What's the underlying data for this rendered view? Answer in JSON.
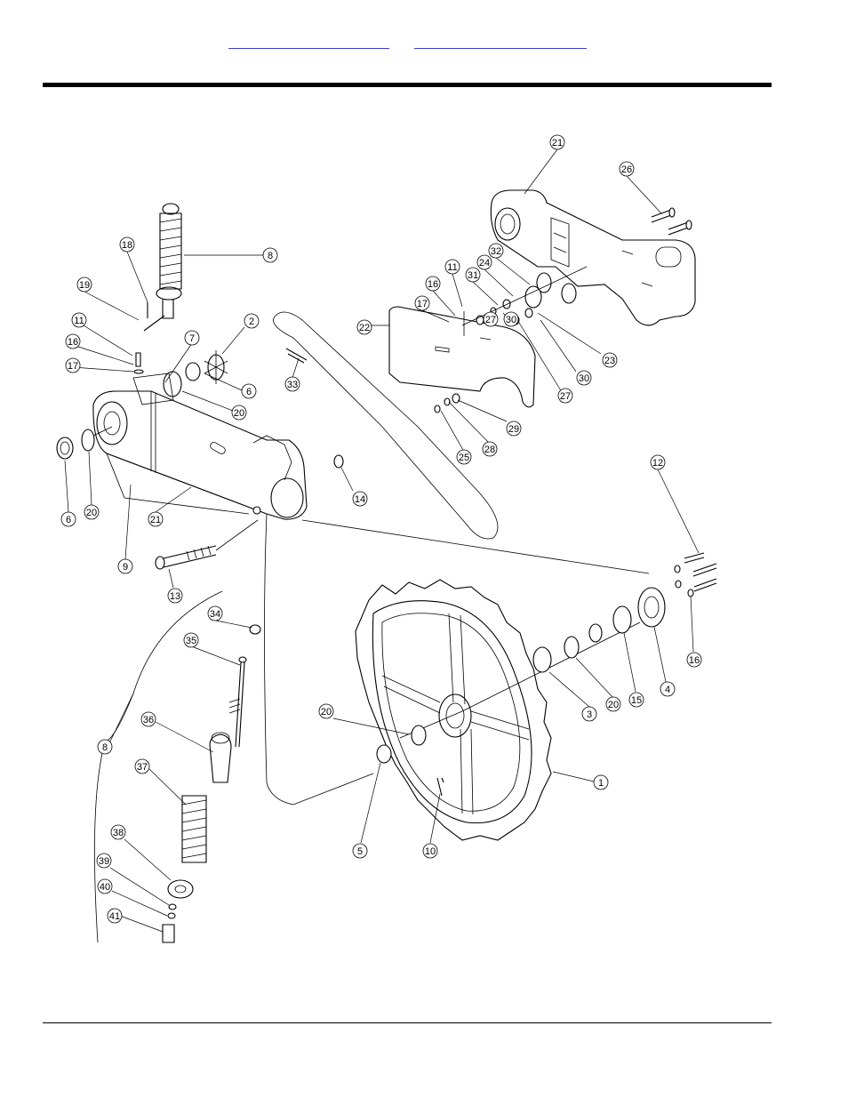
{
  "colors": {
    "link": "#3b3bd6",
    "ink": "#000000",
    "background": "#ffffff"
  },
  "header": {
    "links": [
      "",
      ""
    ]
  },
  "callouts": [
    {
      "id": "c21a",
      "label": "21"
    },
    {
      "id": "c26",
      "label": "26"
    },
    {
      "id": "c32",
      "label": "32"
    },
    {
      "id": "c24",
      "label": "24"
    },
    {
      "id": "c31",
      "label": "31"
    },
    {
      "id": "c11a",
      "label": "11"
    },
    {
      "id": "c16a",
      "label": "16"
    },
    {
      "id": "c17a",
      "label": "17"
    },
    {
      "id": "c22",
      "label": "22"
    },
    {
      "id": "c27a",
      "label": "27"
    },
    {
      "id": "c30a",
      "label": "30"
    },
    {
      "id": "c23",
      "label": "23"
    },
    {
      "id": "c30b",
      "label": "30"
    },
    {
      "id": "c27b",
      "label": "27"
    },
    {
      "id": "c29",
      "label": "29"
    },
    {
      "id": "c28",
      "label": "28"
    },
    {
      "id": "c25",
      "label": "25"
    },
    {
      "id": "c8a",
      "label": "8"
    },
    {
      "id": "c18",
      "label": "18"
    },
    {
      "id": "c19",
      "label": "19"
    },
    {
      "id": "c2",
      "label": "2"
    },
    {
      "id": "c11b",
      "label": "11"
    },
    {
      "id": "c7",
      "label": "7"
    },
    {
      "id": "c16b",
      "label": "16"
    },
    {
      "id": "c17b",
      "label": "17"
    },
    {
      "id": "c6a",
      "label": "6"
    },
    {
      "id": "c20a",
      "label": "20"
    },
    {
      "id": "c33",
      "label": "33"
    },
    {
      "id": "c6b",
      "label": "6"
    },
    {
      "id": "c20b",
      "label": "20"
    },
    {
      "id": "c21b",
      "label": "21"
    },
    {
      "id": "c14",
      "label": "14"
    },
    {
      "id": "c9",
      "label": "9"
    },
    {
      "id": "c13",
      "label": "13"
    },
    {
      "id": "c12",
      "label": "12"
    },
    {
      "id": "c34",
      "label": "34"
    },
    {
      "id": "c35",
      "label": "35"
    },
    {
      "id": "c16c",
      "label": "16"
    },
    {
      "id": "c4",
      "label": "4"
    },
    {
      "id": "c15",
      "label": "15"
    },
    {
      "id": "c20c",
      "label": "20"
    },
    {
      "id": "c3",
      "label": "3"
    },
    {
      "id": "c36",
      "label": "36"
    },
    {
      "id": "c20d",
      "label": "20"
    },
    {
      "id": "c8b",
      "label": "8"
    },
    {
      "id": "c1",
      "label": "1"
    },
    {
      "id": "c37",
      "label": "37"
    },
    {
      "id": "c5",
      "label": "5"
    },
    {
      "id": "c10",
      "label": "10"
    },
    {
      "id": "c38",
      "label": "38"
    },
    {
      "id": "c39",
      "label": "39"
    },
    {
      "id": "c40",
      "label": "40"
    },
    {
      "id": "c41",
      "label": "41"
    }
  ]
}
